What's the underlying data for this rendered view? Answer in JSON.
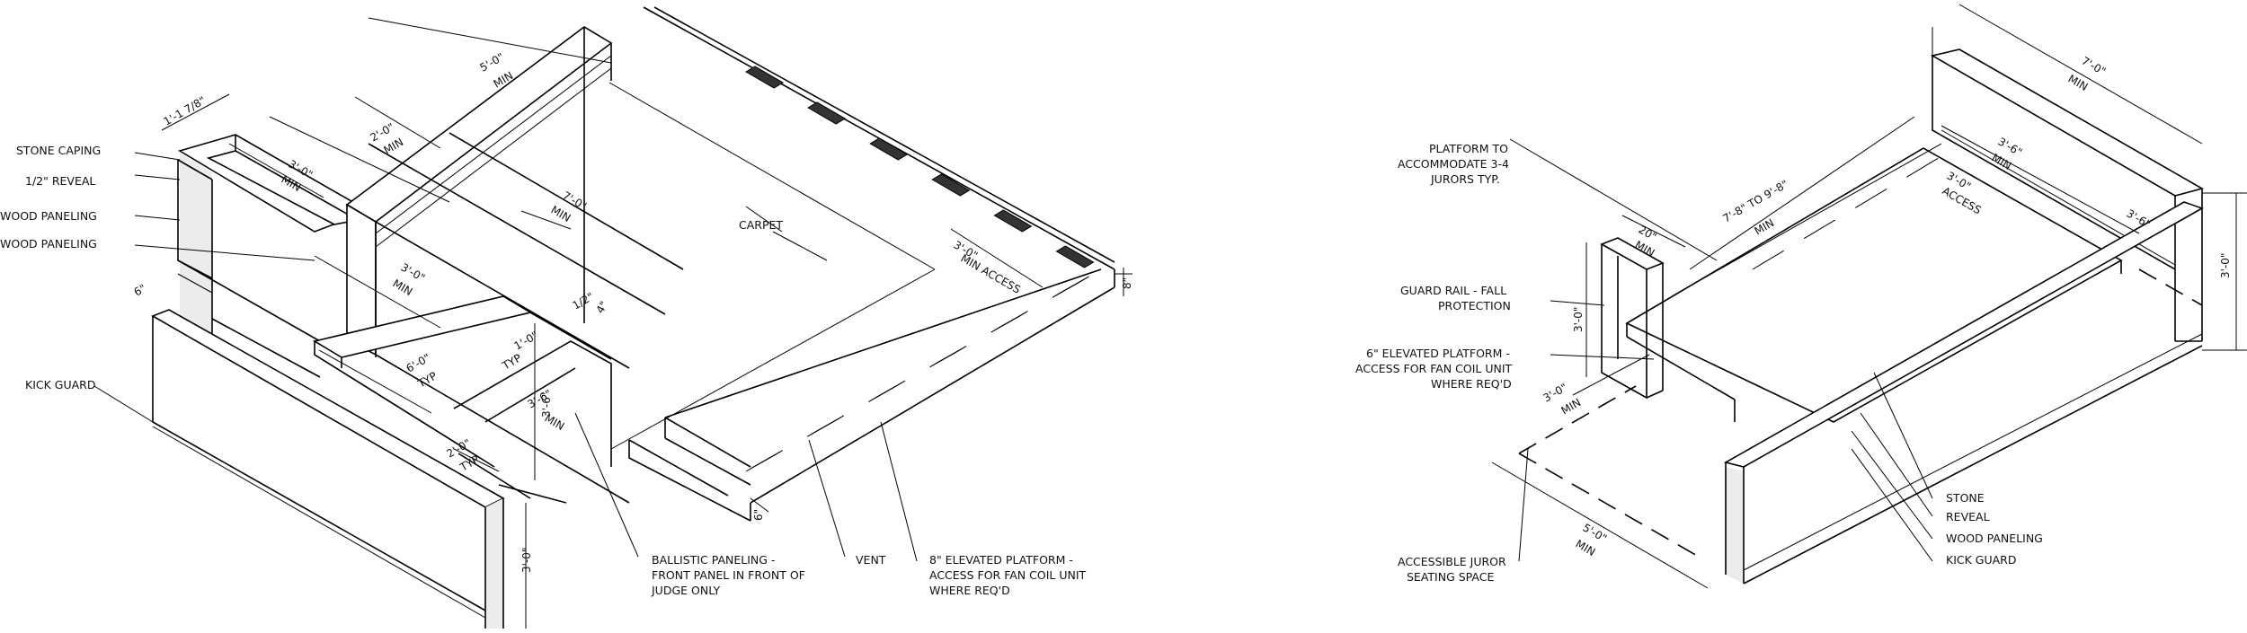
{
  "left_labels": {
    "stone_caping": "STONE CAPING",
    "reveal_half": "1/2\" REVEAL",
    "wood_paneling_1": "WOOD PANELING",
    "wood_paneling_2": "WOOD PANELING",
    "kick_guard": "KICK GUARD",
    "carpet": "CARPET",
    "ballistic_1": "BALLISTIC PANELING -",
    "ballistic_2": "FRONT PANEL IN FRONT OF",
    "ballistic_3": "JUDGE ONLY",
    "vent": "VENT",
    "platform8_1": "8\" ELEVATED PLATFORM -",
    "platform8_2": "ACCESS FOR FAN COIL UNIT",
    "platform8_3": "WHERE REQ'D"
  },
  "left_dims": {
    "d_1_7_8": "1'-1 7/8\"",
    "d_3_0_min_a": "3'-0\"",
    "d_min_a": "MIN",
    "d_2_0_top": "2'-0\"",
    "d_min_b": "MIN",
    "d_5_0": "5'-0\"",
    "d_min_c": "MIN",
    "d_7_0": "7'-0\"",
    "d_min_d": "MIN",
    "d_3_0_min_b": "3'-0\"",
    "d_min_e": "MIN",
    "d_6_in": "6\"",
    "d_6_0_typ": "6'-0\"",
    "d_typ_a": "TYP",
    "d_1_0": "1'-0\"",
    "d_typ_b": "TYP",
    "d_3_6": "3'-6\"",
    "d_min_f": "MIN",
    "d_2_0_typ": "2'-0\"",
    "d_typ_c": "TYP",
    "d_3_0_min_access": "3'-0\"",
    "d_min_access": "MIN ACCESS",
    "d_8_in": "8\"",
    "d_6_in_b": "6\"",
    "d_1_2": "1/2\"",
    "d_3_6_v": "3'-6\"",
    "d_3_0_v": "3'-0\"",
    "d_4_in": "4\""
  },
  "right_labels": {
    "platform_1": "PLATFORM TO",
    "platform_2": "ACCOMMODATE 3-4",
    "platform_3": "JURORS TYP.",
    "guard_1": "GUARD RAIL - FALL",
    "guard_2": "PROTECTION",
    "elev6_1": "6\" ELEVATED PLATFORM -",
    "elev6_2": "ACCESS FOR FAN COIL UNIT",
    "elev6_3": "WHERE REQ'D",
    "accessible_1": "ACCESSIBLE JUROR",
    "accessible_2": "SEATING SPACE",
    "stone": "STONE",
    "reveal": "REVEAL",
    "wood_paneling": "WOOD PANELING",
    "kick_guard": "KICK GUARD"
  },
  "right_dims": {
    "d_7_0": "7'-0\"",
    "d_min_a": "MIN",
    "d_3_6_a": "3'-6\"",
    "d_min_b": "MIN",
    "d_3_0_access": "3'-0\"",
    "d_access": "ACCESS",
    "d_3_6_b": "3'-6\"",
    "d_3_0_v": "3'-0\"",
    "d_7_8_to_9_8": "7'-8\" TO 9'-8\"",
    "d_min_c": "MIN",
    "d_20": "20\"",
    "d_min_d": "MIN",
    "d_3_0_rail": "3'-0\"",
    "d_3_0_min": "3'-0\"",
    "d_min_e": "MIN",
    "d_5_0": "5'-0\"",
    "d_min_f": "MIN"
  }
}
